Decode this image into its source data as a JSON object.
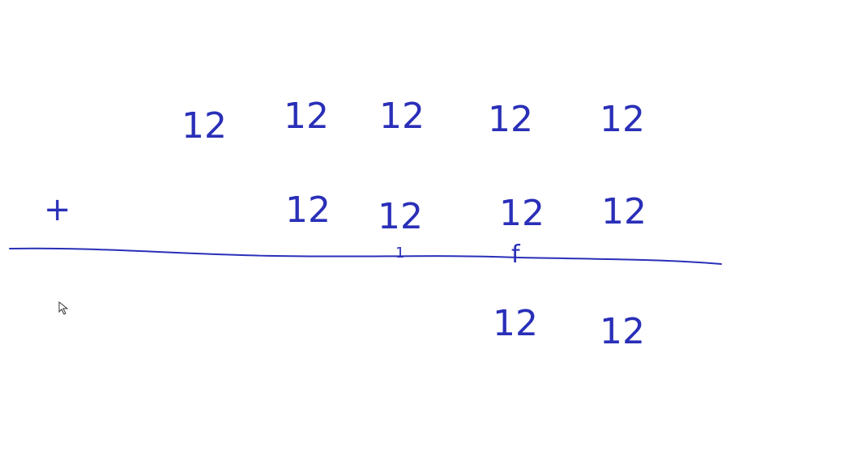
{
  "whiteboard": {
    "ink_color": "#2a2fb8",
    "background": "#ffffff",
    "row1_addend": [
      "12",
      "12",
      "12",
      "12",
      "12"
    ],
    "row2_operator": "+",
    "row2_addend": [
      "12",
      "12",
      "12",
      "12"
    ],
    "carry_marks": [
      "1",
      "f"
    ],
    "result": [
      "12",
      "12"
    ]
  },
  "cursor": {
    "icon": "mouse-pointer-icon"
  }
}
